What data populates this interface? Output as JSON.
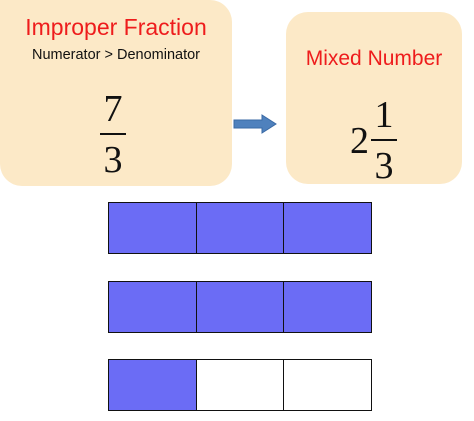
{
  "improper_card": {
    "title": "Improper Fraction",
    "subtitle": "Numerator > Denominator",
    "numerator": "7",
    "denominator": "3"
  },
  "mixed_card": {
    "title": "Mixed Number",
    "whole": "2",
    "numerator": "1",
    "denominator": "3"
  },
  "arrow_icon": "right-arrow",
  "colors": {
    "card_background": "#fce9c7",
    "title_red": "#ee1c1c",
    "shaded_part": "#6b6cf5",
    "arrow_blue": "#4f81bd"
  },
  "fraction_strips": [
    {
      "parts": 3,
      "shaded": 3
    },
    {
      "parts": 3,
      "shaded": 3
    },
    {
      "parts": 3,
      "shaded": 1
    }
  ]
}
